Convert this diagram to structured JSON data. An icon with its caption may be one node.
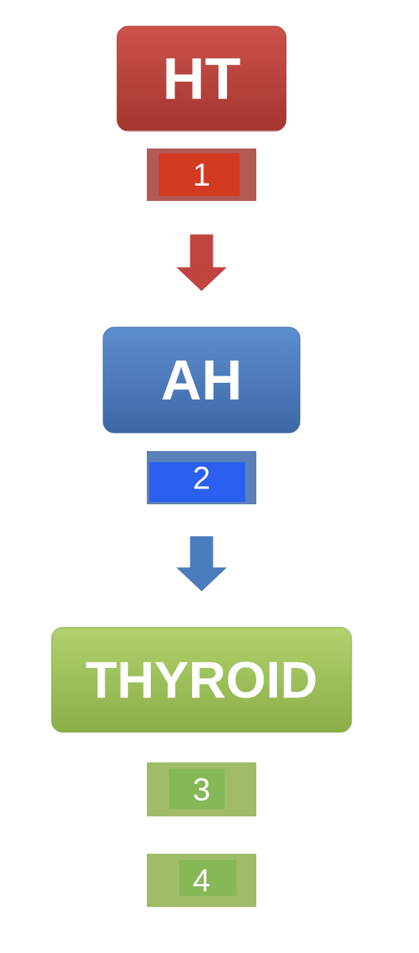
{
  "diagram": {
    "nodes": [
      {
        "text": [
          "HT"
        ]
      },
      {
        "text": [
          "1"
        ]
      },
      {
        "text": [
          "AH"
        ]
      },
      {
        "text": [
          "2"
        ]
      },
      {
        "text": [
          "THYROID"
        ]
      },
      {
        "text": [
          "3"
        ]
      },
      {
        "text": [
          "4"
        ]
      }
    ],
    "edges": [
      {
        "from": 1,
        "to": 2,
        "arrow": "to",
        "color": "#c0443f"
      },
      {
        "from": 3,
        "to": 4,
        "arrow": "to",
        "color": "#4a7bbd"
      }
    ]
  }
}
